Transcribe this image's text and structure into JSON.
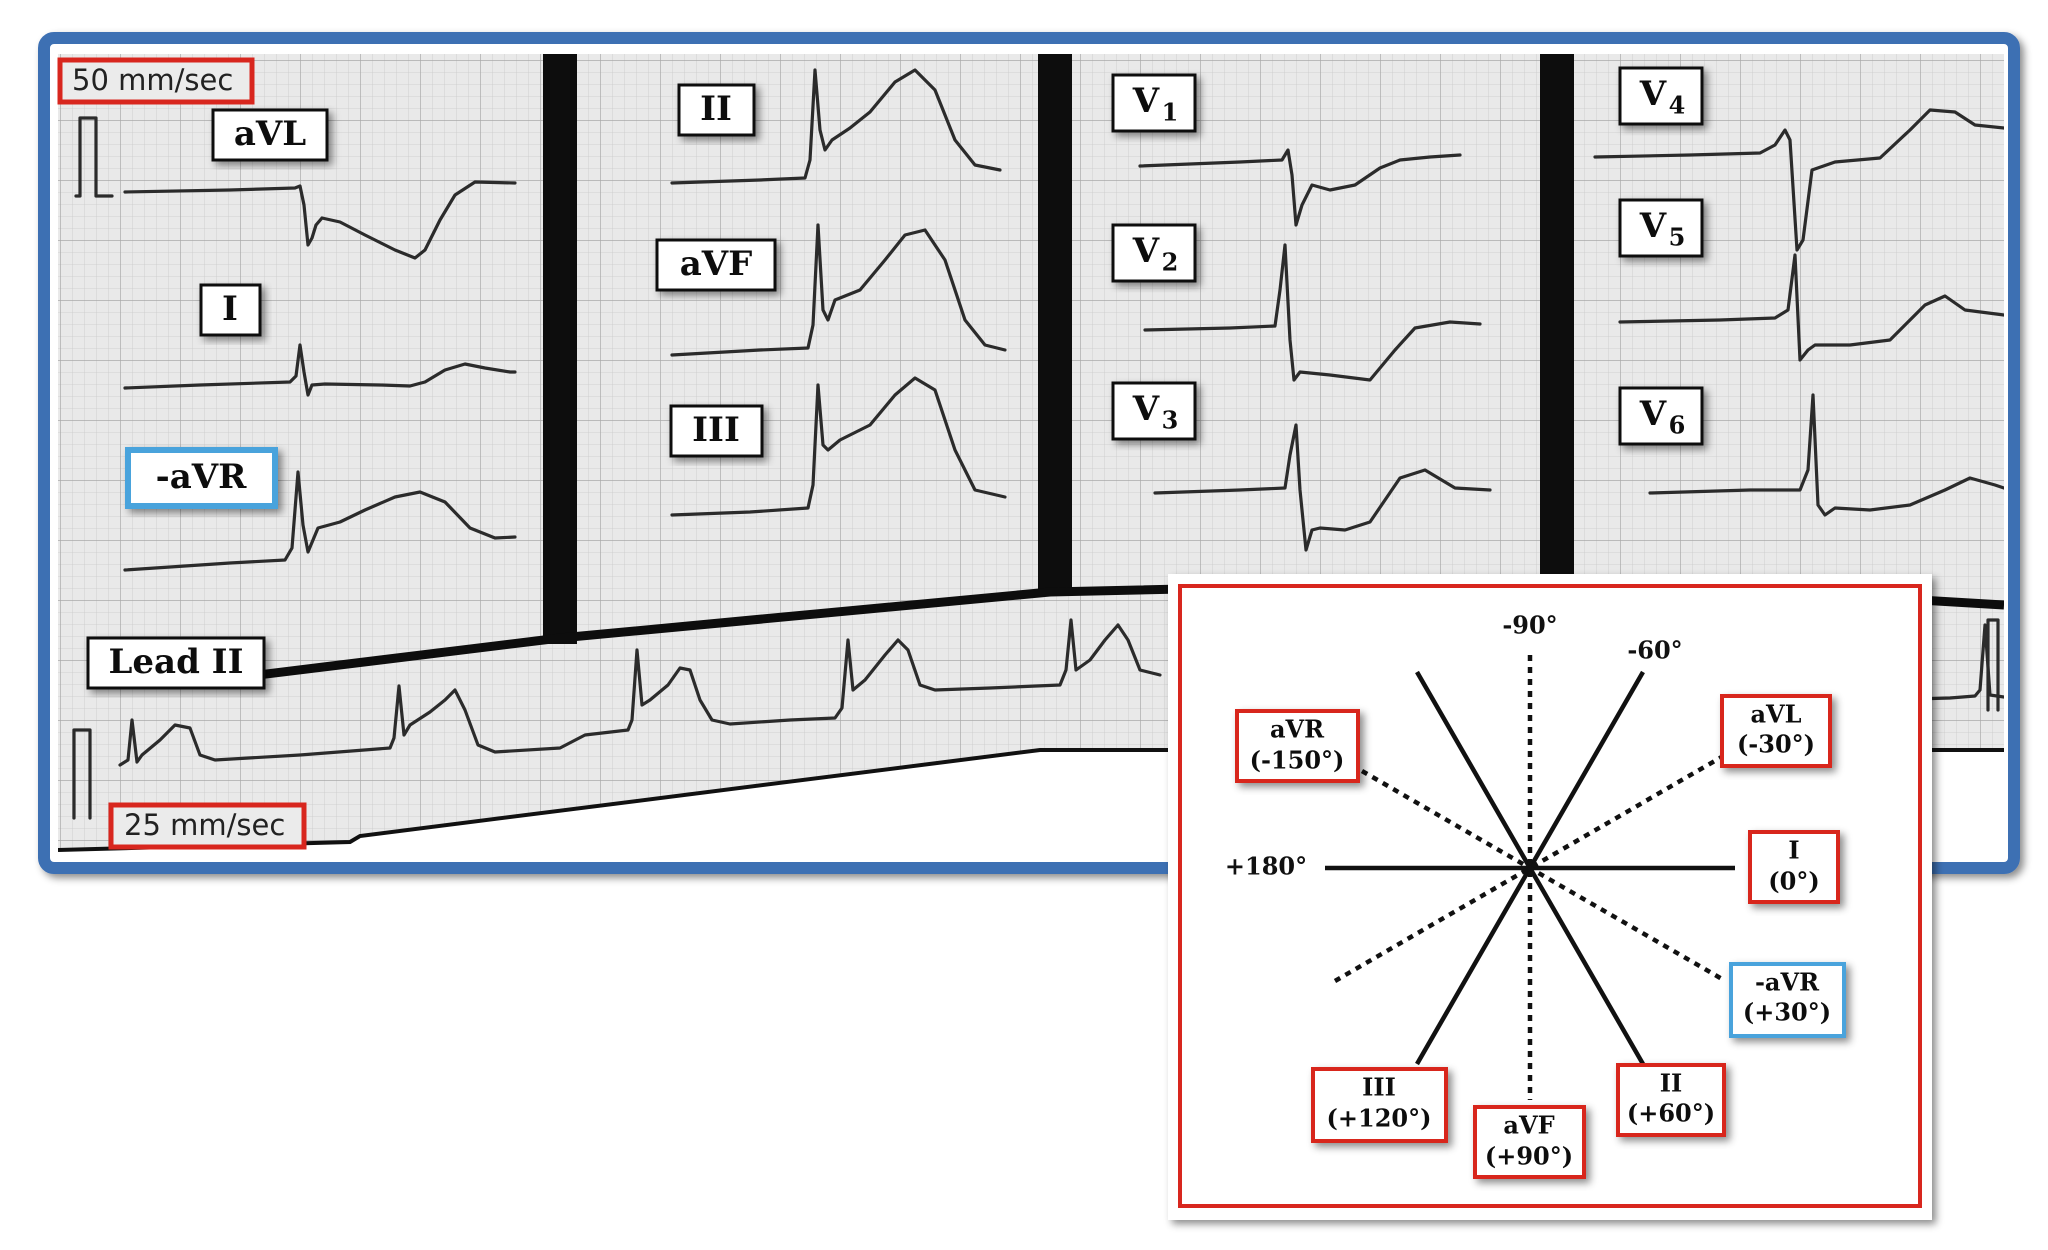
{
  "speeds": {
    "top": "50 mm/sec",
    "bottom": "25 mm/sec"
  },
  "leads": {
    "aVL": "aVL",
    "I": "I",
    "neg_aVR": "-aVR",
    "II": "II",
    "aVF": "aVF",
    "III": "III",
    "V1_main": "V",
    "V1_sub": "1",
    "V2_main": "V",
    "V2_sub": "2",
    "V3_main": "V",
    "V3_sub": "3",
    "V4_main": "V",
    "V4_sub": "4",
    "V5_main": "V",
    "V5_sub": "5",
    "V6_main": "V",
    "V6_sub": "6",
    "rhythm": "Lead II"
  },
  "hexaxial": {
    "degrees": {
      "top": "-90°",
      "top_right": "-60°",
      "left": "+180°"
    },
    "boxes": {
      "aVR": [
        "aVR",
        "(-150°)"
      ],
      "aVL": [
        "aVL",
        "(-30°)"
      ],
      "I": [
        "I",
        "(0°)"
      ],
      "neg_aVR": [
        "-aVR",
        "(+30°)"
      ],
      "II": [
        "II",
        "(+60°)"
      ],
      "aVF": [
        "aVF",
        "(+90°)"
      ],
      "III": [
        "III",
        "(+120°)"
      ]
    }
  },
  "colors": {
    "frame_blue": "#3d6fb3",
    "highlight_red": "#d8261e",
    "highlight_blue": "#4aa3dc",
    "grid_bg": "#e9e9e9"
  }
}
